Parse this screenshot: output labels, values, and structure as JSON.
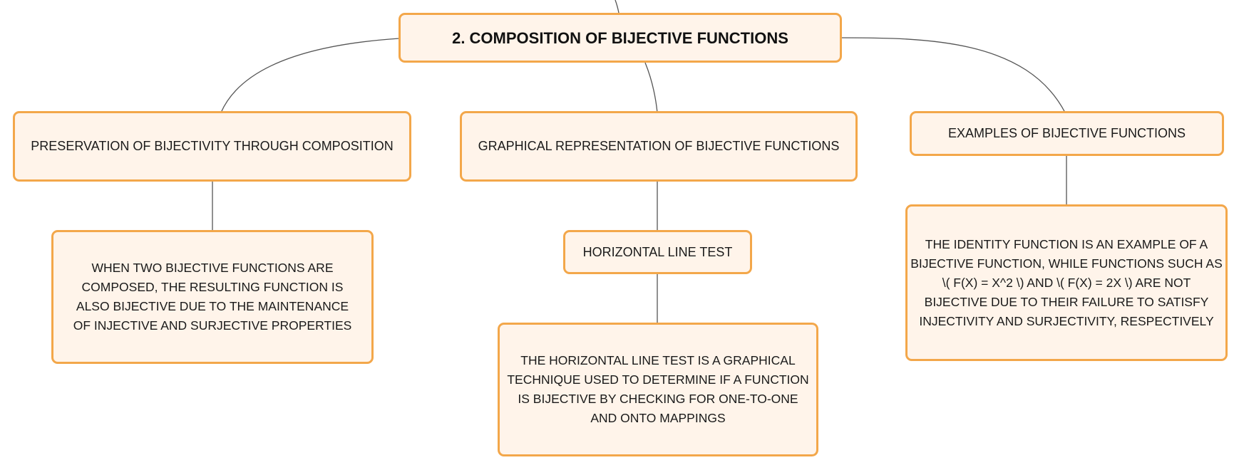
{
  "diagram": {
    "root": {
      "label": "2. COMPOSITION OF BIJECTIVE FUNCTIONS"
    },
    "branches": [
      {
        "label": "PRESERVATION OF BIJECTIVITY THROUGH COMPOSITION",
        "children": [
          {
            "label": "WHEN TWO BIJECTIVE FUNCTIONS ARE COMPOSED, THE RESULTING FUNCTION IS ALSO BIJECTIVE DUE TO THE MAINTENANCE OF INJECTIVE AND SURJECTIVE PROPERTIES"
          }
        ]
      },
      {
        "label": "GRAPHICAL REPRESENTATION OF BIJECTIVE FUNCTIONS",
        "children": [
          {
            "label": "HORIZONTAL LINE TEST",
            "children": [
              {
                "label": "THE HORIZONTAL LINE TEST IS A GRAPHICAL TECHNIQUE USED TO DETERMINE IF A FUNCTION IS BIJECTIVE BY CHECKING FOR ONE-TO-ONE AND ONTO MAPPINGS"
              }
            ]
          }
        ]
      },
      {
        "label": "EXAMPLES OF BIJECTIVE FUNCTIONS",
        "children": [
          {
            "label": "THE IDENTITY FUNCTION IS AN EXAMPLE OF A BIJECTIVE FUNCTION, WHILE FUNCTIONS SUCH AS \\( F(X) = X^2 \\) AND \\( F(X) = 2X \\) ARE NOT BIJECTIVE DUE TO THEIR FAILURE TO SATISFY INJECTIVITY AND SURJECTIVITY, RESPECTIVELY"
          }
        ]
      }
    ]
  },
  "colors": {
    "node_fill": "#fff4ea",
    "node_border": "#f3a74a",
    "connector": "#555555",
    "text": "#1a1a1a"
  }
}
